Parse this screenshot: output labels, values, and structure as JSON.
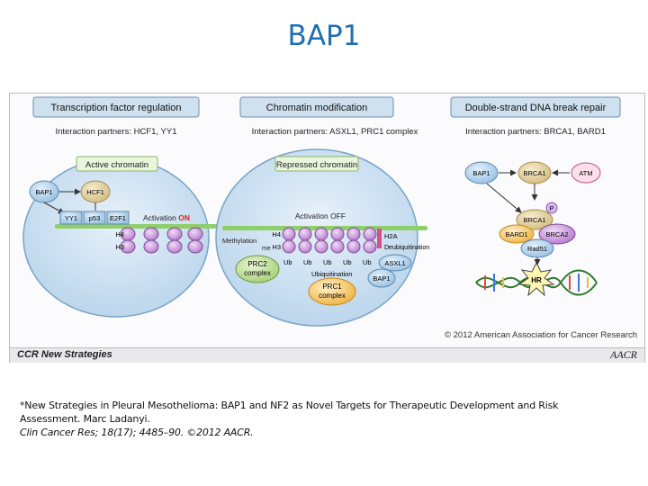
{
  "title": "BAP1",
  "figure": {
    "sections": [
      {
        "heading": "Transcription factor regulation",
        "partners": "Interaction partners: HCF1, YY1"
      },
      {
        "heading": "Chromatin modification",
        "partners": "Interaction partners: ASXL1, PRC1 complex"
      },
      {
        "heading": "Double-strand DNA break repair",
        "partners": "Interaction partners: BRCA1, BARD1"
      }
    ],
    "panel1": {
      "state": "Active chromatin",
      "nodes": {
        "bap1": "BAP1",
        "hcf1": "HCF1",
        "yy1": "YY1",
        "p53": "p53",
        "e2f1": "E2F1"
      },
      "activation_prefix": "Activation",
      "activation_state": "ON",
      "histones": [
        "H4",
        "H3"
      ]
    },
    "panel2": {
      "state": "Repressed chromatin",
      "activation": "Activation OFF",
      "histones": [
        "H4",
        "H3"
      ],
      "methylation": "Methylation",
      "me": "me",
      "ub": [
        "Ub",
        "Ub",
        "Ub",
        "Ub",
        "Ub"
      ],
      "h2a": "H2A",
      "deubiquitination": "Deubiquitination",
      "asxl1": "ASXL1",
      "bap1": "BAP1",
      "prc2": "PRC2 complex",
      "ubiquitination": "Ubiquitination",
      "prc1": "PRC1 complex"
    },
    "panel3": {
      "bap1": "BAP1",
      "brca1_top": "BRCA1",
      "atm": "ATM",
      "p": "P",
      "brca1": "BRCA1",
      "bard1": "BARD1",
      "brca2": "BRCA2",
      "rad51": "Rad51",
      "hr": "HR"
    },
    "copyright": "© 2012 American Association for Cancer Research",
    "footer_label": "CCR New Strategies",
    "footer_logo": "AACR"
  },
  "caption": {
    "line": "*New Strategies in Pleural Mesothelioma: BAP1 and NF2 as Novel Targets for Therapeutic Development and Risk Assessment. Marc Ladanyi.",
    "journal": "Clin Cancer Res; 18(17); 4485–90. ©2012 AACR."
  }
}
